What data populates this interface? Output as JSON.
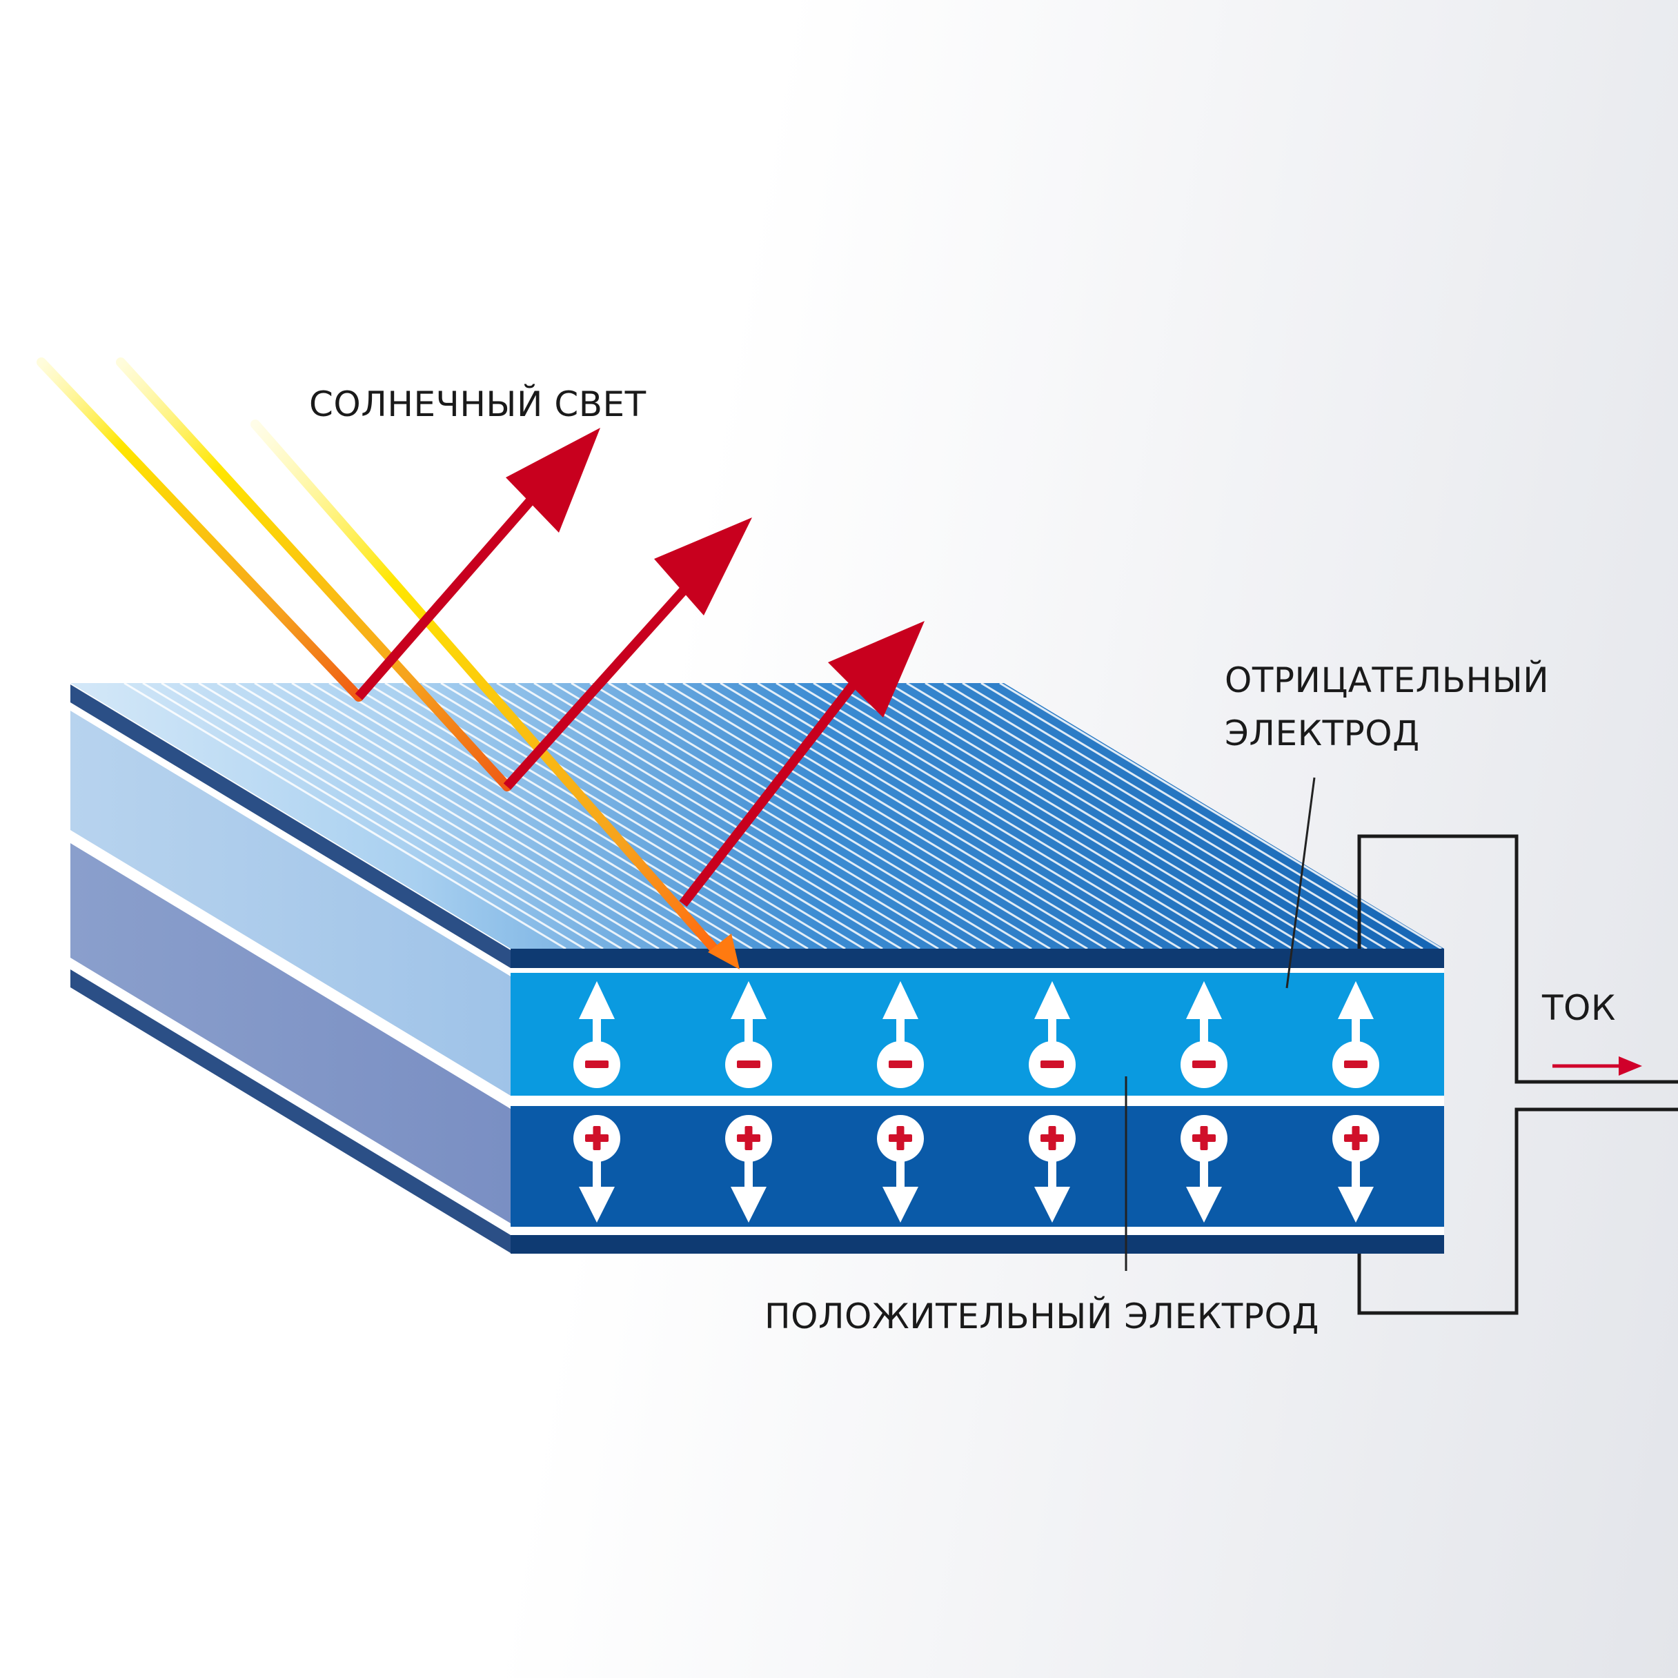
{
  "labels": {
    "sunlight": "СОЛНЕЧНЫЙ СВЕТ",
    "negative_line1": "ОТРИЦАТЕЛЬНЫЙ",
    "negative_line2": "ЭЛЕКТРОД",
    "positive": "ПОЛОЖИТЕЛЬНЫЙ  ЭЛЕКТРОД",
    "current": "ТОК"
  },
  "colors": {
    "sun_ray_start": "#ffe600",
    "sun_ray_end": "#f0801a",
    "reflected_ray": "#c8001e",
    "negative_layer": "#0a9ae0",
    "positive_layer": "#0a5aa8",
    "electrode_stripe": "#0e3a72",
    "top_surface": "#1f6fbe",
    "current_arrow": "#d0002a",
    "charge_sign": "#d0102a"
  },
  "charges": {
    "negative_sign": "−",
    "positive_sign": "+",
    "count": 6
  }
}
